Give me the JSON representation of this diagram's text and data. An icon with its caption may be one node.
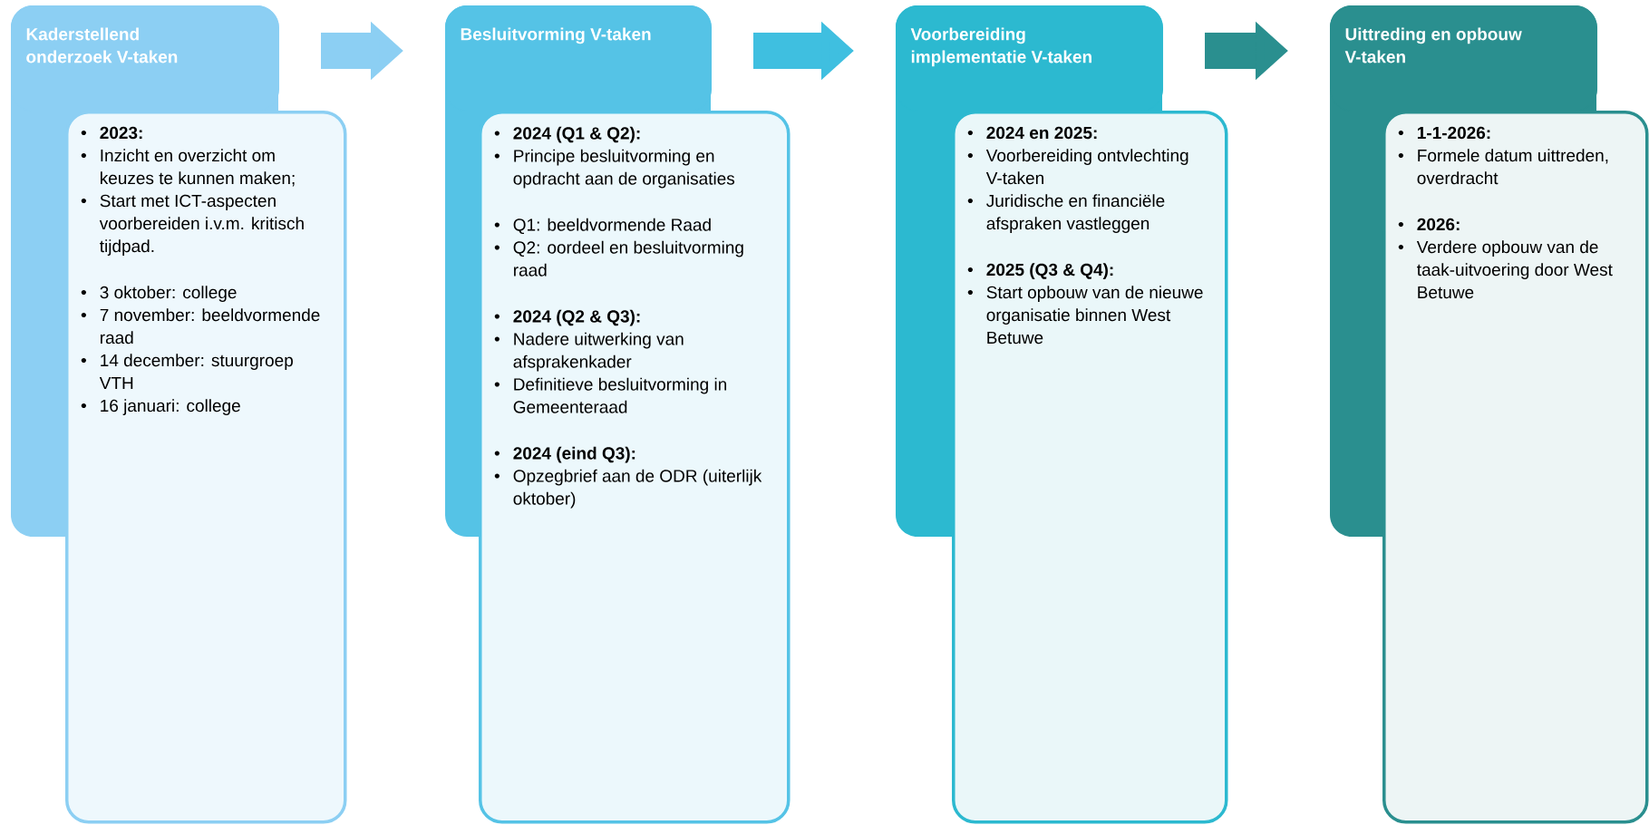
{
  "diagram": {
    "nodes": [
      {
        "text": [
          "Kaderstellend onderzoek V-taken"
        ]
      },
      {
        "text": [
          "2023:",
          "Inzicht en overzicht om keuzes te kunnen maken;",
          "Start met ICT-aspecten voorbereiden i.v.m. kritisch tijdpad.",
          "3 oktober: college",
          "7 november: beeldvormende raad",
          "14 december: stuurgroep VTH",
          "16 januari: college"
        ]
      },
      {
        "text": [
          "Besluitvorming V-taken"
        ]
      },
      {
        "text": [
          "2024 (Q1 & Q2):",
          "Principe besluitvorming en opdracht aan de organisaties",
          "Q1: beeldvormende Raad",
          "Q2: oordeel en besluitvorming raad",
          "2024 (Q2 & Q3):",
          "Nadere uitwerking van afsprakenkader",
          "Definitieve besluitvorming in Gemeenteraad",
          "2024 (eind Q3):",
          "Opzegbrief aan de ODR (uiterlijk oktober)"
        ]
      },
      {
        "text": [
          "Voorbereiding implementatie V-taken"
        ]
      },
      {
        "text": [
          "2024 en 2025:",
          "Voorbereiding ontvlechting V-taken",
          "Juridische en financiële afspraken vastleggen",
          "2025 (Q3 & Q4):",
          "Start opbouw van de nieuwe organisatie binnen West Betuwe"
        ]
      },
      {
        "text": [
          "Uittreding en opbouw V-taken"
        ]
      },
      {
        "text": [
          "1-1-2026:",
          "Formele datum uittreden, overdracht",
          "2026:",
          "Verdere opbouw van de taak-uitvoering door West Betuwe"
        ]
      }
    ],
    "edges": [
      {
        "from": 0,
        "to": 2,
        "arrow": "to",
        "color": "#8ccff3"
      },
      {
        "from": 2,
        "to": 4,
        "arrow": "to",
        "color": "#3fbfe0"
      },
      {
        "from": 4,
        "to": 6,
        "arrow": "to",
        "color": "#2a8f8f"
      }
    ]
  }
}
